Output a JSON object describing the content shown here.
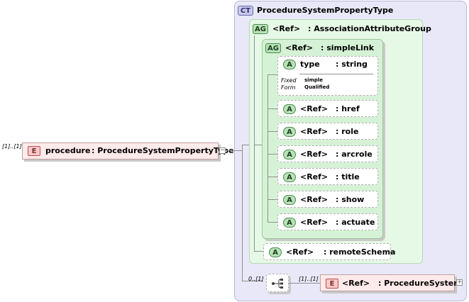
{
  "root": {
    "occurs": "[1]..[1]",
    "badge": "E",
    "name": "procedure",
    "type": ": ProcedureSystemPropertyType",
    "collapse": "−"
  },
  "complex_type": {
    "badge": "CT",
    "name": "ProcedureSystemPropertyType"
  },
  "assoc_group": {
    "badge": "AG",
    "ref": "<Ref>",
    "type": ": AssociationAttributeGroup"
  },
  "simple_link": {
    "badge": "AG",
    "ref": "<Ref>",
    "type": ": simpleLink"
  },
  "type_attr": {
    "badge": "A",
    "name": "type",
    "type": ": string",
    "fixed_label": "Fixed",
    "fixed_value": "simple",
    "form_label": "Form",
    "form_value": "Qualified"
  },
  "attributes": [
    {
      "badge": "A",
      "ref": "<Ref>",
      "type": ": href"
    },
    {
      "badge": "A",
      "ref": "<Ref>",
      "type": ": role"
    },
    {
      "badge": "A",
      "ref": "<Ref>",
      "type": ": arcrole"
    },
    {
      "badge": "A",
      "ref": "<Ref>",
      "type": ": title"
    },
    {
      "badge": "A",
      "ref": "<Ref>",
      "type": ": show"
    },
    {
      "badge": "A",
      "ref": "<Ref>",
      "type": ": actuate"
    }
  ],
  "remote_schema": {
    "badge": "A",
    "ref": "<Ref>",
    "type": ": remoteSchema"
  },
  "sequence": {
    "occurs": "0..[1]",
    "icon": "sequence-compositor-icon"
  },
  "child_element": {
    "occurs": "[1]..[1]",
    "badge": "E",
    "ref": "<Ref>",
    "type": ": ProcedureSystem",
    "expand": "+"
  }
}
